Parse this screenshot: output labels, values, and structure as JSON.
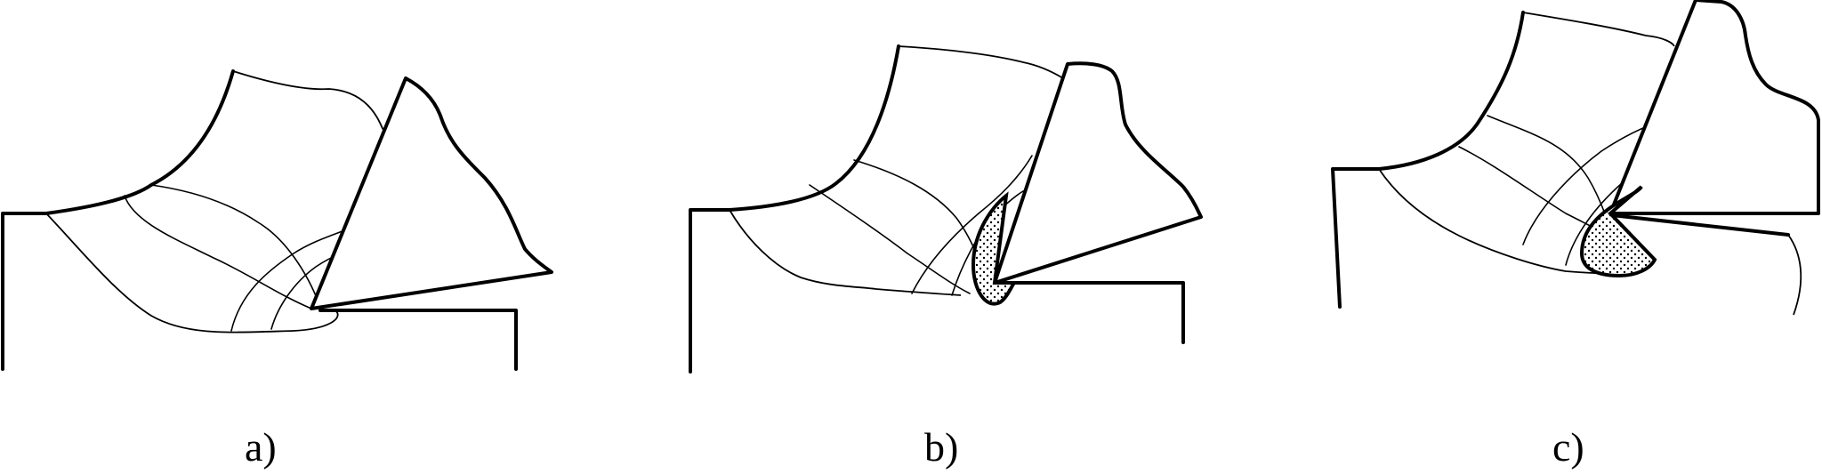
{
  "figure": {
    "panels": [
      {
        "label": "a)",
        "wear_zone": false
      },
      {
        "label": "b)",
        "wear_zone": true
      },
      {
        "label": "c)",
        "wear_zone": true
      }
    ]
  }
}
